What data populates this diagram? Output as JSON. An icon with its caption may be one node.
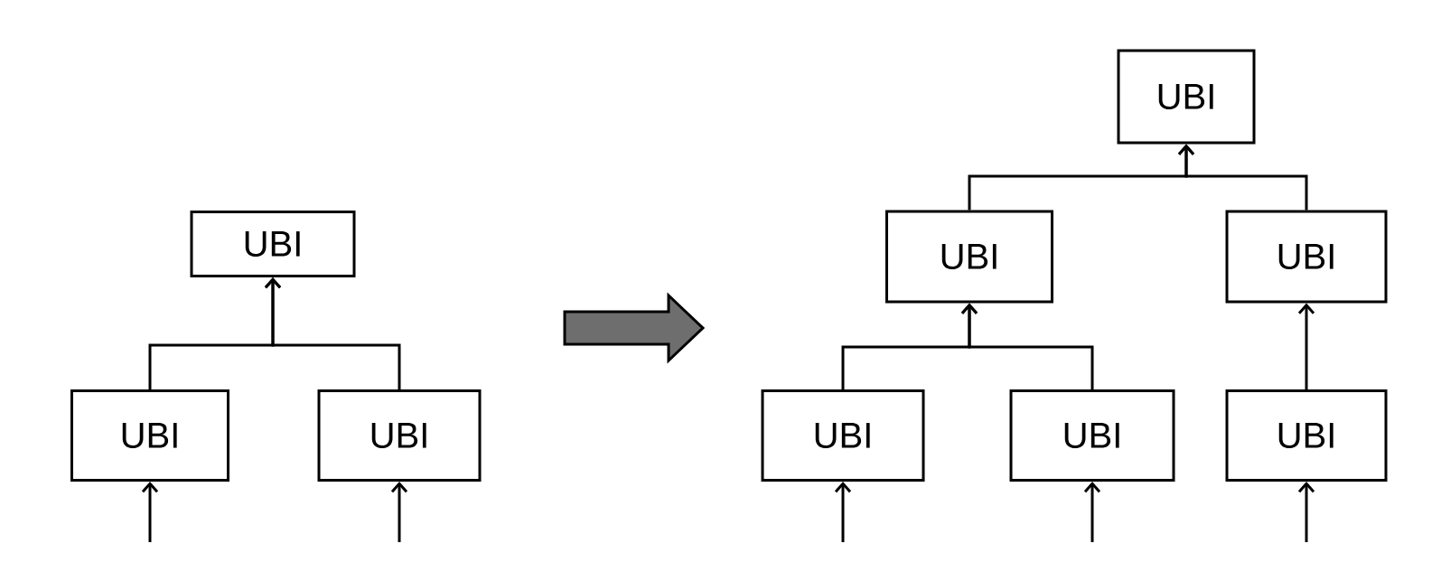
{
  "diagram": {
    "nodes": [
      {
        "text": [
          "UBI"
        ]
      },
      {
        "text": [
          "UBI"
        ]
      },
      {
        "text": [
          "UBI"
        ]
      },
      {
        "text": [
          "UBI"
        ]
      },
      {
        "text": [
          "UBI"
        ]
      },
      {
        "text": [
          "UBI"
        ]
      },
      {
        "text": [
          "UBI"
        ]
      },
      {
        "text": [
          "UBI"
        ]
      },
      {
        "text": [
          "UBI"
        ]
      }
    ],
    "edges": [
      {
        "from": 1,
        "to": 0,
        "arrow": "to"
      },
      {
        "from": 2,
        "to": 0,
        "arrow": "to"
      },
      {
        "from": 4,
        "to": 3,
        "arrow": "to"
      },
      {
        "from": 5,
        "to": 3,
        "arrow": "to"
      },
      {
        "from": 6,
        "to": 4,
        "arrow": "to"
      },
      {
        "from": 7,
        "to": 4,
        "arrow": "to"
      },
      {
        "from": 8,
        "to": 5,
        "arrow": "to"
      },
      {
        "from": null,
        "to": 1,
        "arrow": "to"
      },
      {
        "from": null,
        "to": 2,
        "arrow": "to"
      },
      {
        "from": null,
        "to": 6,
        "arrow": "to"
      },
      {
        "from": null,
        "to": 7,
        "arrow": "to"
      },
      {
        "from": null,
        "to": 8,
        "arrow": "to"
      }
    ]
  }
}
